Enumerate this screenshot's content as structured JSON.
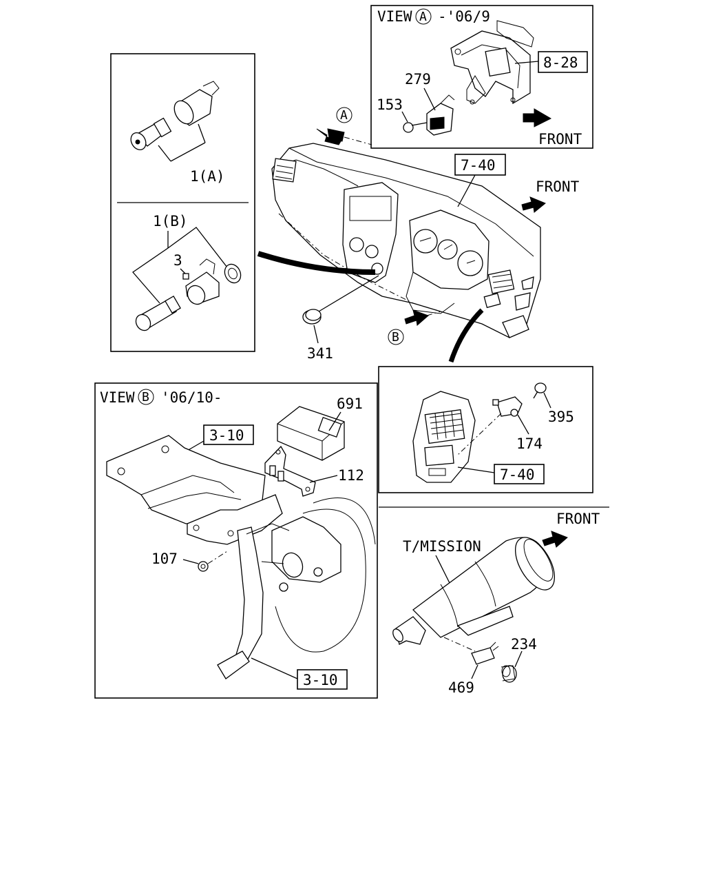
{
  "labels": {
    "view_a_title": "VIEW",
    "view_a_circle": "A",
    "view_a_date": "-'06/9",
    "ref_8_28": "8-28",
    "p279": "279",
    "p153": "153",
    "front_a": "FRONT",
    "arrow_a_circle": "A",
    "ref_7_40_top": "7-40",
    "front_main": "FRONT",
    "p1a": "1(A)",
    "p1b": "1(B)",
    "p3": "3",
    "p341": "341",
    "arrow_b_circle": "B",
    "view_b_title": "VIEW",
    "view_b_circle": "B",
    "view_b_date": "'06/10-",
    "p691": "691",
    "ref_3_10_top": "3-10",
    "p112": "112",
    "p107": "107",
    "ref_3_10_bottom": "3-10",
    "p395": "395",
    "p174": "174",
    "ref_7_40_vent": "7-40",
    "front_tm": "FRONT",
    "t_mission": "T/MISSION",
    "p234": "234",
    "p469": "469"
  },
  "icons": {
    "front_arrow": "filled-arrow-icon",
    "view_marker": "circled-letter-icon"
  }
}
